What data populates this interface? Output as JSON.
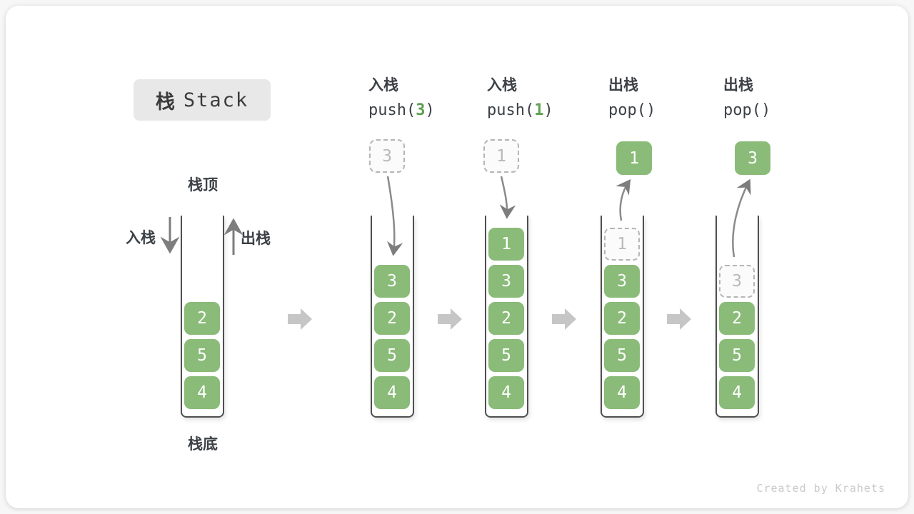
{
  "title": {
    "cjk": "栈",
    "en": "Stack"
  },
  "legend": {
    "top": "栈顶",
    "bottom": "栈底",
    "push": "入栈",
    "pop": "出栈"
  },
  "operations": [
    {
      "name": "入栈",
      "code_pre": "push(",
      "code_arg": "3",
      "code_post": ")"
    },
    {
      "name": "入栈",
      "code_pre": "push(",
      "code_arg": "1",
      "code_post": ")"
    },
    {
      "name": "出栈",
      "code_pre": "pop(",
      "code_arg": "",
      "code_post": ")"
    },
    {
      "name": "出栈",
      "code_pre": "pop(",
      "code_arg": "",
      "code_post": ")"
    }
  ],
  "floating_values": [
    {
      "value": "3",
      "style": "dashed"
    },
    {
      "value": "1",
      "style": "dashed"
    },
    {
      "value": "1",
      "style": "solid"
    },
    {
      "value": "3",
      "style": "solid"
    }
  ],
  "stacks": [
    {
      "cells": [
        "2",
        "5",
        "4"
      ]
    },
    {
      "cells": [
        "3",
        "2",
        "5",
        "4"
      ]
    },
    {
      "cells": [
        "1",
        "3",
        "2",
        "5",
        "4"
      ]
    },
    {
      "ghost": "1",
      "cells": [
        "3",
        "2",
        "5",
        "4"
      ]
    },
    {
      "ghost": "3",
      "cells": [
        "2",
        "5",
        "4"
      ]
    }
  ],
  "watermark": "Created by Krahets",
  "colors": {
    "cell_green": "#8abb79",
    "code_arg_green": "#5fa052",
    "flow_arrow_gray": "#c6c6c6",
    "line_arrow_gray": "#7d7d7d",
    "container_border": "#4f4f4f",
    "title_bg": "#e8e8e8",
    "text_dark": "#3c4146",
    "ghost_border": "#b5b5b5",
    "ghost_text": "#b9b9b9",
    "watermark_gray": "#c9c9c9"
  }
}
